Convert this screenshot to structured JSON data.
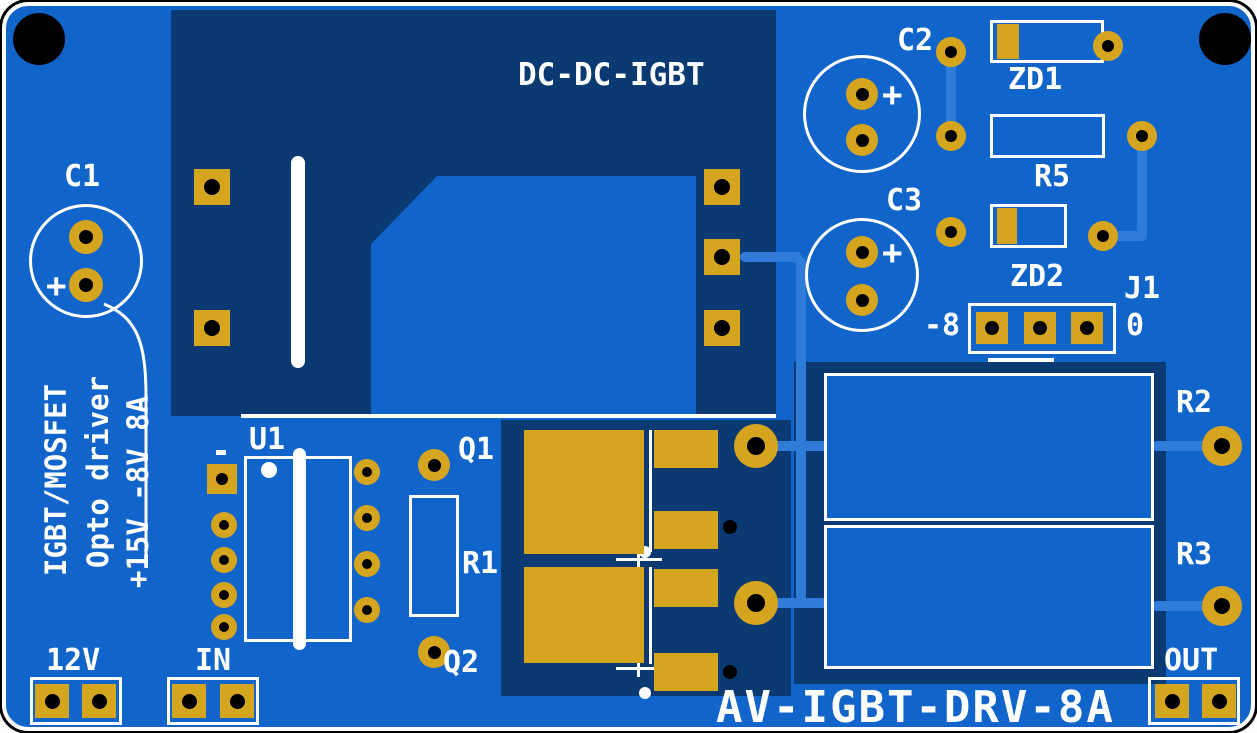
{
  "board": {
    "title": "DC-DC-IGBT",
    "footer": "AV-IGBT-DRV-8A",
    "side_labels": [
      "IGBT/MOSFET",
      "Opto driver",
      "+15V -8V 8A"
    ],
    "plus": "+"
  },
  "refs": {
    "c1": "C1",
    "c2": "C2",
    "c3": "C3",
    "zd1": "ZD1",
    "r5": "R5",
    "zd2": "ZD2",
    "j1": "J1",
    "r1": "R1",
    "r2": "R2",
    "r3": "R3",
    "u1": "U1",
    "q1": "Q1",
    "q2": "Q2"
  },
  "connectors": {
    "power": "12V",
    "input": "IN",
    "output": "OUT"
  },
  "jumper": {
    "neg": "-8",
    "zero": "0"
  },
  "colors": {
    "board_blue": "#1164c9",
    "copper_dark": "#0b3a72",
    "trace_blue": "#2f7cd8",
    "pad_gold": "#d6a51f",
    "silkscreen": "#ffffff",
    "drill": "#000000"
  }
}
